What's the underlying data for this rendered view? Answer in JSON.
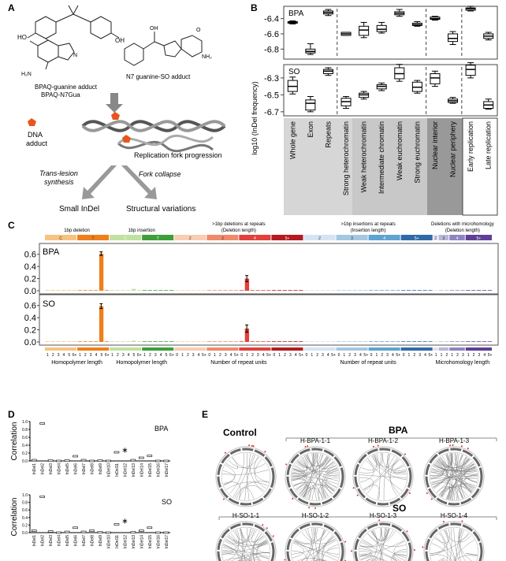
{
  "panel_labels": {
    "a": "A",
    "b": "B",
    "c": "C",
    "d": "D",
    "e": "E"
  },
  "panel_a": {
    "adduct1_line1": "BPAQ-guanine adduct",
    "adduct1_line2": "BPAQ-N7Gua",
    "adduct2": "N7 guanine-SO adduct",
    "dna_adduct_line1": "DNA",
    "dna_adduct_line2": "adduct",
    "fork_label": "Replication fork progression",
    "tls_line1": "Trans-lesion",
    "tls_line2": "synthesis",
    "collapse": "Fork collapse",
    "outcome_left": "Small InDel",
    "outcome_right": "Structural variations"
  },
  "panel_b": {
    "ylabel": "log10 (InDel frequency)",
    "categories": [
      "Whole gene",
      "Exon",
      "Repeats",
      "Strong heterochromatin",
      "Weak heterochromatin",
      "Intermediate chromatin",
      "Weak euchromatin",
      "Strong euchromatin",
      "Nuclear interior",
      "Nuclear periphery",
      "Early replication",
      "Late replication"
    ],
    "bpa": {
      "label": "BPA",
      "ticks": [
        "-6.4",
        "-6.6",
        "-6.8"
      ],
      "ylim": [
        -6.9,
        -6.28
      ],
      "boxes": [
        [
          -6.47,
          -6.46,
          -6.45,
          -6.44,
          -6.43
        ],
        [
          -6.87,
          -6.85,
          -6.83,
          -6.8,
          -6.73
        ],
        [
          -6.36,
          -6.34,
          -6.32,
          -6.3,
          -6.28
        ],
        [
          -6.62,
          -6.62,
          -6.6,
          -6.58,
          -6.58
        ],
        [
          -6.65,
          -6.62,
          -6.55,
          -6.5,
          -6.45
        ],
        [
          -6.59,
          -6.57,
          -6.54,
          -6.49,
          -6.45
        ],
        [
          -6.37,
          -6.35,
          -6.33,
          -6.31,
          -6.28
        ],
        [
          -6.5,
          -6.49,
          -6.48,
          -6.46,
          -6.44
        ],
        [
          -6.42,
          -6.41,
          -6.4,
          -6.38,
          -6.37
        ],
        [
          -6.74,
          -6.7,
          -6.66,
          -6.6,
          -6.57
        ],
        [
          -6.3,
          -6.29,
          -6.27,
          -6.26,
          -6.24
        ],
        [
          -6.68,
          -6.66,
          -6.63,
          -6.6,
          -6.58
        ]
      ]
    },
    "so": {
      "label": "SO",
      "ticks": [
        "-6.3",
        "-6.5",
        "-6.7"
      ],
      "ylim": [
        -6.72,
        -6.18
      ],
      "boxes": [
        [
          -6.49,
          -6.46,
          -6.4,
          -6.33,
          -6.29
        ],
        [
          -6.7,
          -6.68,
          -6.6,
          -6.56,
          -6.52
        ],
        [
          -6.27,
          -6.25,
          -6.22,
          -6.2,
          -6.18
        ],
        [
          -6.66,
          -6.63,
          -6.58,
          -6.54,
          -6.52
        ],
        [
          -6.55,
          -6.53,
          -6.5,
          -6.48,
          -6.46
        ],
        [
          -6.45,
          -6.43,
          -6.4,
          -6.38,
          -6.36
        ],
        [
          -6.34,
          -6.31,
          -6.25,
          -6.18,
          -6.14
        ],
        [
          -6.48,
          -6.46,
          -6.41,
          -6.35,
          -6.33
        ],
        [
          -6.4,
          -6.37,
          -6.3,
          -6.25,
          -6.22
        ],
        [
          -6.6,
          -6.59,
          -6.57,
          -6.55,
          -6.53
        ],
        [
          -6.3,
          -6.27,
          -6.2,
          -6.15,
          -6.12
        ],
        [
          -6.67,
          -6.66,
          -6.62,
          -6.58,
          -6.55
        ]
      ]
    }
  },
  "chart_data": {
    "type": "bar",
    "title": "",
    "ylabel": "",
    "ylim": [
      0,
      0.7
    ],
    "group_labels": [
      "1bp deletion",
      "1bp insertion",
      ">1bp deletions at repeats",
      "(Deletion length)",
      ">1bp insertions at repeats",
      "(Insertion length)",
      "Deletions with microhomology",
      "(Deletion length)"
    ],
    "class_tags": [
      "C",
      "T",
      "C",
      "T",
      "2",
      "3",
      "4",
      "5+",
      "2",
      "3",
      "4",
      "5+",
      "2",
      "3",
      "4",
      "5+"
    ],
    "class_colors": [
      "#f7c380",
      "#ef7f1b",
      "#bfe29f",
      "#3e9f3a",
      "#f8cdb2",
      "#f08a6c",
      "#e2403a",
      "#b31b1f",
      "#d4e4f2",
      "#a4c8e3",
      "#5fa3d2",
      "#2f6aa8",
      "#e1e1ee",
      "#b9b6d9",
      "#8c85c1",
      "#5f3f97"
    ],
    "ticks": [
      "0.0",
      "0.2",
      "0.4",
      "0.6"
    ],
    "bottom_labels": [
      "Homopolymer length",
      "Homopolymer length",
      "Number of repeat units",
      "Number of repeat units",
      "Microhomology length"
    ],
    "series": [
      {
        "name": "BPA",
        "peak_index": 10,
        "peak_value": 0.61,
        "peak_err": 0.03,
        "secondary_index": 37,
        "secondary_value": 0.2,
        "secondary_err": 0.05,
        "minor_value": 0.01,
        "green_value": 0.03
      },
      {
        "name": "SO",
        "peak_index": 10,
        "peak_value": 0.59,
        "peak_err": 0.04,
        "secondary_index": 37,
        "secondary_value": 0.22,
        "secondary_err": 0.06,
        "minor_value": 0.01,
        "green_value": 0.02
      }
    ]
  },
  "panel_d": {
    "ylabel": "Correlation",
    "ticks": [
      "1.0",
      "0.8",
      "0.6",
      "0.4",
      "0.2",
      "0.0"
    ],
    "xlabels": [
      "InDel1",
      "InDel2",
      "InDel3",
      "InDel4",
      "InDel5",
      "InDel6",
      "InDel7",
      "InDel8",
      "InDel9",
      "InDel10",
      "InDel11",
      "InDel12",
      "InDel13",
      "InDel14",
      "InDel15",
      "InDel16",
      "InDel17"
    ],
    "bpa": {
      "label": "BPA",
      "values": [
        0.02,
        0.95,
        0.01,
        0.0,
        0.01,
        0.12,
        0.02,
        0.0,
        0.01,
        0.0,
        0.22,
        0.27,
        0.02,
        0.08,
        0.13,
        0.0,
        0.0
      ]
    },
    "so": {
      "label": "SO",
      "values": [
        0.05,
        0.95,
        0.03,
        0.0,
        0.02,
        0.13,
        0.02,
        0.05,
        0.01,
        0.0,
        0.22,
        0.3,
        0.01,
        0.05,
        0.13,
        0.0,
        0.0
      ]
    }
  },
  "panel_e": {
    "control": "Control",
    "bpa": "BPA",
    "so": "SO",
    "bpa_samples": [
      "H-BPA-1-1",
      "H-BPA-1-2",
      "H-BPA-1-3"
    ],
    "so_samples": [
      "H-SO-1-1",
      "H-SO-1-2",
      "H-SO-1-3",
      "H-SO-1-4"
    ]
  }
}
